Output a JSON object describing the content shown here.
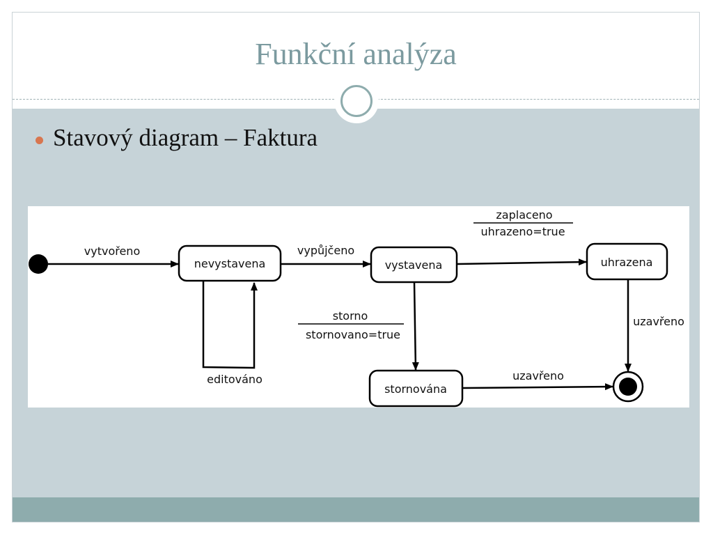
{
  "slide": {
    "title": "Funkční analýza",
    "bullet": "Stavový diagram – Faktura"
  },
  "diagram": {
    "states": {
      "nevystavena": "nevystavena",
      "vystavena": "vystavena",
      "uhrazena": "uhrazena",
      "stornovana": "stornována"
    },
    "transitions": {
      "create": "vytvořeno",
      "edit": "editováno",
      "issue": "vypůjčeno",
      "pay_event": "zaplaceno",
      "pay_action": "uhrazeno=true",
      "cancel_event": "storno",
      "cancel_action": "stornovano=true",
      "close_paid": "uzavřeno",
      "close_cancelled": "uzavřeno"
    }
  },
  "colors": {
    "title": "#7b9a9f",
    "content_background": "#c6d3d8",
    "footer": "#8eacad",
    "bullet": "#d8764f"
  }
}
